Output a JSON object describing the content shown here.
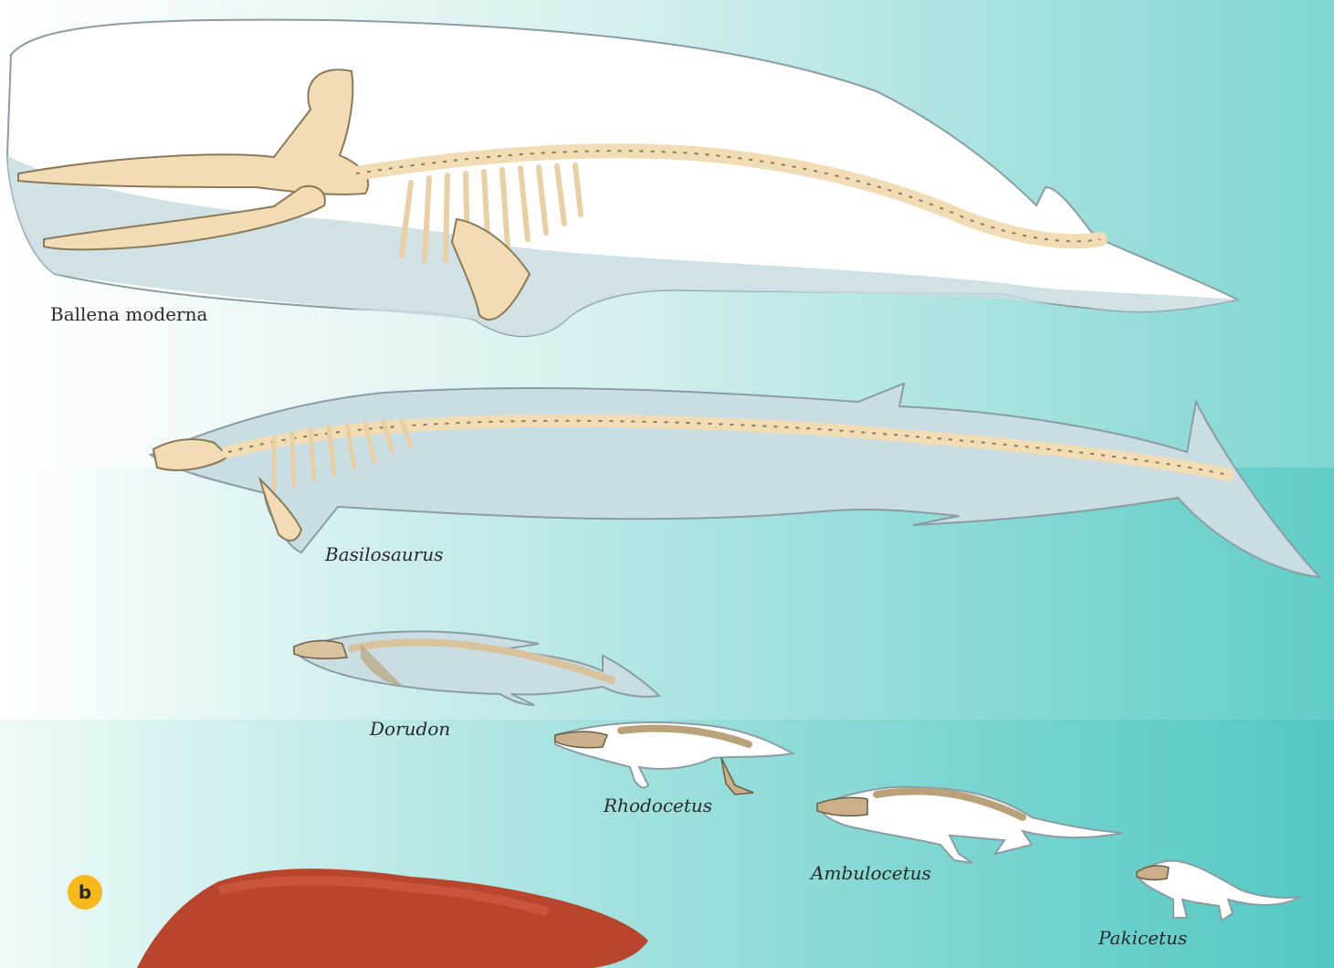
{
  "labels": {
    "modern": "Ballena moderna",
    "basilosaurus": "Basilosaurus",
    "dorudon": "Dorudon",
    "rhodocetus": "Rhodocetus",
    "ambulocetus": "Ambulocetus",
    "pakicetus": "Pakicetus"
  },
  "badge": "b",
  "colors": {
    "bone": "#f2dcb4",
    "bone_stroke": "#8a7a5a",
    "body_outline": "#8c9ca4",
    "body_fill_light": "#ffffff",
    "body_fill_blue": "#c9dde3",
    "bg_light": "#ffffff",
    "bg_teal": "#5ccdc6",
    "creature_red": "#b8452d",
    "badge": "#f6b81a"
  }
}
